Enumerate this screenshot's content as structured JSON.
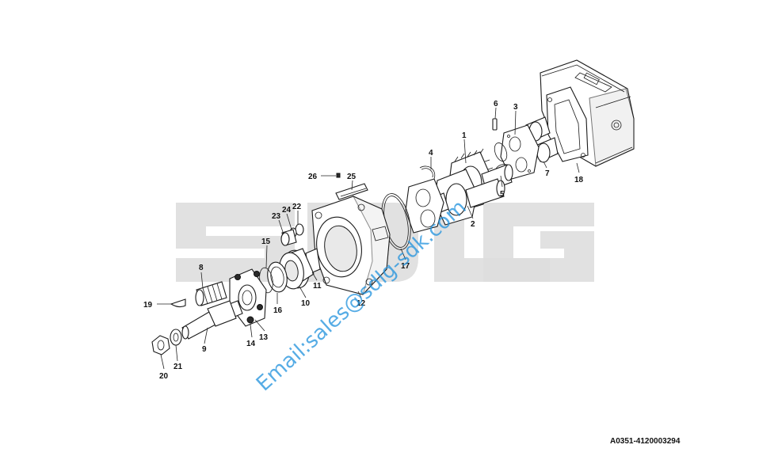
{
  "drawing_id": "A0351-4120003294",
  "watermark": {
    "logo_text": "SDLG",
    "email": "Email:sales@sdlg-sdk.com",
    "logo_color": "#dcdcdc",
    "email_color": "#1e90dc"
  },
  "callouts": [
    {
      "id": "1",
      "label": "1"
    },
    {
      "id": "2",
      "label": "2"
    },
    {
      "id": "3",
      "label": "3"
    },
    {
      "id": "4",
      "label": "4"
    },
    {
      "id": "5",
      "label": "5"
    },
    {
      "id": "6",
      "label": "6"
    },
    {
      "id": "7",
      "label": "7"
    },
    {
      "id": "8",
      "label": "8"
    },
    {
      "id": "9",
      "label": "9"
    },
    {
      "id": "10",
      "label": "10"
    },
    {
      "id": "11",
      "label": "11"
    },
    {
      "id": "12",
      "label": "12"
    },
    {
      "id": "13",
      "label": "13"
    },
    {
      "id": "14",
      "label": "14"
    },
    {
      "id": "15",
      "label": "15"
    },
    {
      "id": "16",
      "label": "16"
    },
    {
      "id": "17",
      "label": "17"
    },
    {
      "id": "18",
      "label": "18"
    },
    {
      "id": "19",
      "label": "19"
    },
    {
      "id": "20",
      "label": "20"
    },
    {
      "id": "21",
      "label": "21"
    },
    {
      "id": "22",
      "label": "22"
    },
    {
      "id": "23",
      "label": "23"
    },
    {
      "id": "24",
      "label": "24"
    },
    {
      "id": "25",
      "label": "25"
    },
    {
      "id": "26",
      "label": "26"
    }
  ]
}
